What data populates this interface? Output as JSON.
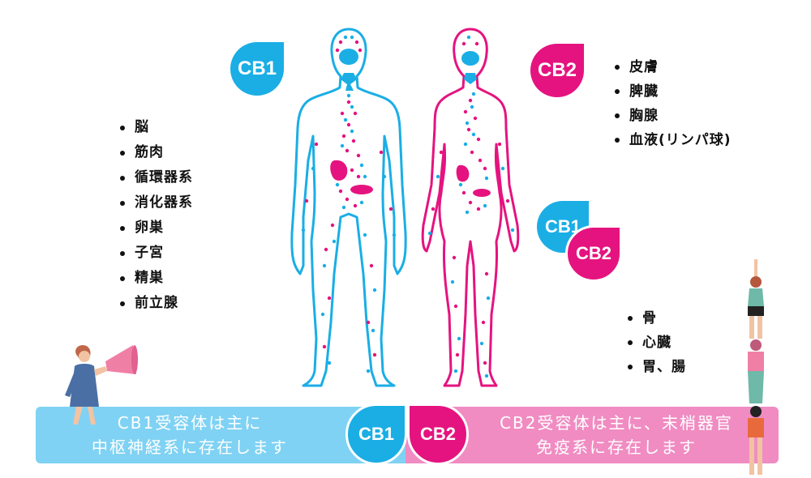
{
  "colors": {
    "cb1": "#1aaee5",
    "cb2": "#e5137f",
    "cb1_light": "#7fd2f3",
    "cb2_light": "#f08cc2"
  },
  "badges": {
    "cb1": "CB1",
    "cb2": "CB2"
  },
  "lists": {
    "cb1_organs": [
      "脳",
      "筋肉",
      "循環器系",
      "消化器系",
      "卵巣",
      "子宮",
      "精巣",
      "前立腺"
    ],
    "cb2_organs": [
      "皮膚",
      "脾臓",
      "胸腺",
      "血液(リンパ球)"
    ],
    "shared_organs": [
      "骨",
      "心臓",
      "胃、腸"
    ]
  },
  "banner": {
    "cb1_line1": "CB1受容体は主に",
    "cb1_line2": "中枢神経系に存在します",
    "cb2_line1": "CB2受容体は主に、末梢器官",
    "cb2_line2": "免疫系に存在します"
  }
}
